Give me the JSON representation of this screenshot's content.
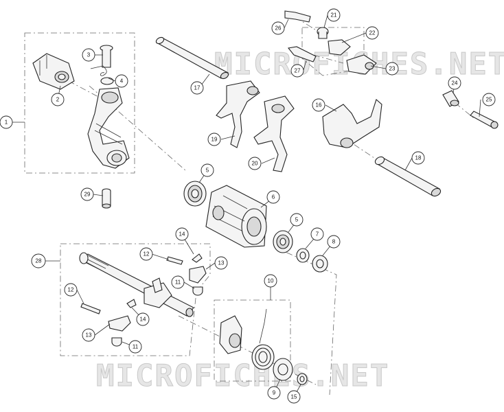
{
  "watermark": "MICROFICHES.NET",
  "callouts": [
    {
      "id": "c1",
      "label": "1"
    },
    {
      "id": "c2",
      "label": "2"
    },
    {
      "id": "c3",
      "label": "3"
    },
    {
      "id": "c4",
      "label": "4"
    },
    {
      "id": "c5a",
      "label": "5"
    },
    {
      "id": "c5b",
      "label": "5"
    },
    {
      "id": "c6",
      "label": "6"
    },
    {
      "id": "c7",
      "label": "7"
    },
    {
      "id": "c8",
      "label": "8"
    },
    {
      "id": "c9",
      "label": "9"
    },
    {
      "id": "c10",
      "label": "10"
    },
    {
      "id": "c11a",
      "label": "11"
    },
    {
      "id": "c11b",
      "label": "11"
    },
    {
      "id": "c12a",
      "label": "12"
    },
    {
      "id": "c12b",
      "label": "12"
    },
    {
      "id": "c13a",
      "label": "13"
    },
    {
      "id": "c13b",
      "label": "13"
    },
    {
      "id": "c14a",
      "label": "14"
    },
    {
      "id": "c14b",
      "label": "14"
    },
    {
      "id": "c15",
      "label": "15"
    },
    {
      "id": "c16",
      "label": "16"
    },
    {
      "id": "c17",
      "label": "17"
    },
    {
      "id": "c18",
      "label": "18"
    },
    {
      "id": "c19",
      "label": "19"
    },
    {
      "id": "c20",
      "label": "20"
    },
    {
      "id": "c21",
      "label": "21"
    },
    {
      "id": "c22",
      "label": "22"
    },
    {
      "id": "c23",
      "label": "23"
    },
    {
      "id": "c24",
      "label": "24"
    },
    {
      "id": "c25",
      "label": "25"
    },
    {
      "id": "c26",
      "label": "26"
    },
    {
      "id": "c27",
      "label": "27"
    },
    {
      "id": "c28",
      "label": "28"
    },
    {
      "id": "c29",
      "label": "29"
    }
  ]
}
